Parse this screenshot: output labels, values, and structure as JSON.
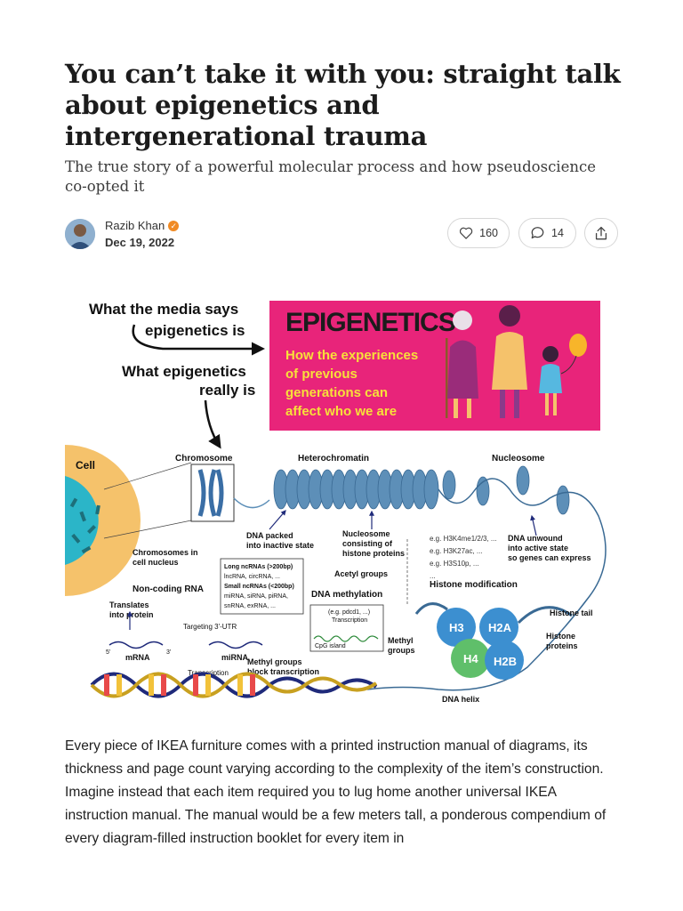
{
  "article": {
    "title": "You can’t take it with you: straight talk about epigenetics and intergenerational trauma",
    "subtitle": "The true story of a powerful molecular process and how pseudoscience co-opted it",
    "author": "Razib Khan",
    "date": "Dec 19, 2022",
    "likes": "160",
    "comments": "14",
    "body": "Every piece of IKEA furniture comes with a printed instruction manual of diagrams, its thickness and page count varying according to the complexity of the item’s construction. Imagine instead that each item required you to lug home another universal IKEA instruction manual. The manual would be a few meters tall, a ponderous compendium of every diagram-filled instruction booklet for every item in"
  },
  "figure": {
    "media_label": "What the media says epigenetics is",
    "really_label": "What epigenetics really is",
    "banner_title": "EPIGENETICS",
    "banner_text": "How the experiences of previous generations can affect who we are",
    "labels": {
      "cell": "Cell",
      "chromosome": "Chromosome",
      "heterochromatin": "Heterochromatin",
      "nucleosome": "Nucleosome",
      "chromosomes_in_nucleus": "Chromosomes in cell nucleus",
      "dna_packed": "DNA packed into inactive state",
      "nucleosome_consisting": "Nucleosome consisting of histone proteins",
      "dna_unwound": "DNA unwound into active state so genes can express",
      "non_coding_rna": "Non-coding RNA",
      "long_ncrnas": "Long ncRNAs (>200bp)",
      "long_list": "lncRNA, circRNA, ...",
      "small_ncrnas": "Small ncRNAs (<200bp)",
      "small_list_1": "miRNA, siRNA, piRNA,",
      "small_list_2": "snRNA, exRNA, ...",
      "acetyl_groups": "Acetyl groups",
      "dna_methylation": "DNA methylation",
      "histone_modification": "Histone modification",
      "mod_1": "e.g. H3K4me1/2/3, ...",
      "mod_2": "e.g. H3K27ac, ...",
      "mod_3": "e.g. H3S10p, ...",
      "mod_4": "...",
      "translates": "Translates into protein",
      "targeting": "Targeting 3'-UTR",
      "mrna": "mRNA",
      "mirna": "miRNA",
      "transcription": "Transcription",
      "methyl_block": "Methyl groups block transcription",
      "pdcd1": "(e.g. pdcd1, ...)",
      "transcription_small": "Transcription",
      "cpg_island": "CpG island",
      "methyl_groups": "Methyl groups",
      "histone_tail": "Histone tail",
      "histone_proteins": "Histone proteins",
      "dna_helix": "DNA helix",
      "h3": "H3",
      "h2a": "H2A",
      "h4": "H4",
      "h2b": "H2B",
      "five_prime": "5'",
      "three_prime": "3'"
    }
  },
  "colors": {
    "banner_pink": "#e8247a",
    "banner_yellow": "#f7e03a",
    "cell_yellow": "#f5c26b",
    "nucleus_teal": "#2bb5c8",
    "chromatin_blue": "#5d8fb8",
    "histone_h3": "#3c8fd0",
    "histone_h4": "#5fbf6a"
  },
  "icons": [
    "heart-icon",
    "comment-icon",
    "share-icon",
    "verified-badge-icon"
  ]
}
